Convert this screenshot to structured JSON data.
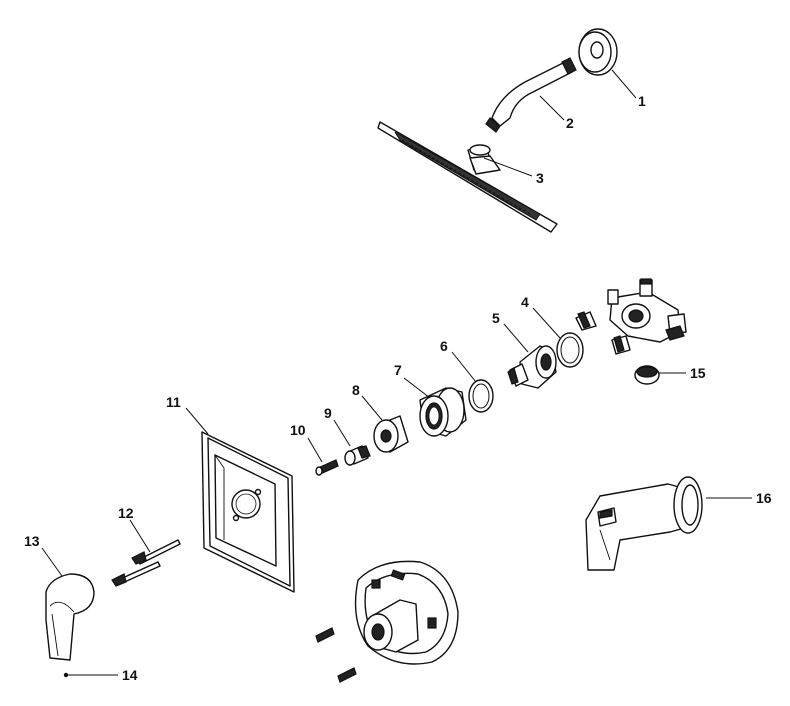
{
  "diagram": {
    "callouts": [
      {
        "id": "flange",
        "label": "1"
      },
      {
        "id": "shower-arm",
        "label": "2"
      },
      {
        "id": "showerhead-nut",
        "label": "3"
      },
      {
        "id": "o-ring-large",
        "label": "4"
      },
      {
        "id": "cartridge",
        "label": "5"
      },
      {
        "id": "o-ring-small",
        "label": "6"
      },
      {
        "id": "retainer-nut",
        "label": "7"
      },
      {
        "id": "stop-tube",
        "label": "8"
      },
      {
        "id": "adapter",
        "label": "9"
      },
      {
        "id": "screw",
        "label": "10"
      },
      {
        "id": "escutcheon-plate",
        "label": "11"
      },
      {
        "id": "mounting-screws",
        "label": "12"
      },
      {
        "id": "lever-handle",
        "label": "13"
      },
      {
        "id": "set-screw",
        "label": "14"
      },
      {
        "id": "plug",
        "label": "15"
      },
      {
        "id": "tub-spout",
        "label": "16"
      }
    ]
  }
}
